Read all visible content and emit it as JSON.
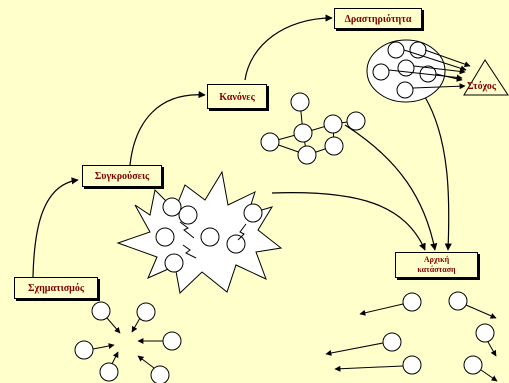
{
  "stages": {
    "formation": "Σχηματισμός",
    "conflicts": "Συγκρούσεις",
    "rules": "Κανόνες",
    "activity": "Δραστηριότητα",
    "initial_state_line1": "Αρχική",
    "initial_state_line2": "κατάσταση",
    "goal": "Στόχος"
  },
  "colors": {
    "background": "#ffffcc",
    "label_text": "#800000",
    "stroke": "#000000",
    "node_fill": "#ffffff"
  }
}
